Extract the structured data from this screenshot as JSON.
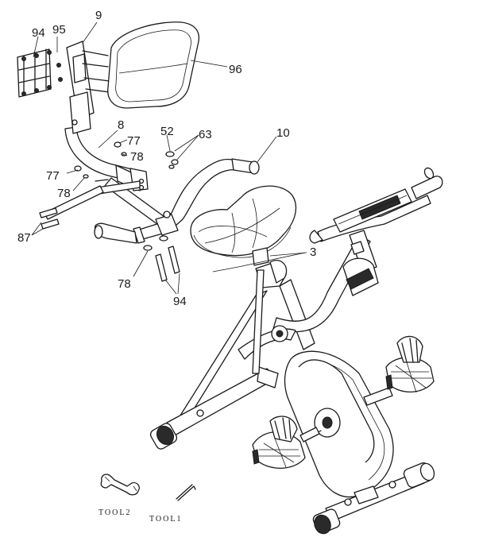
{
  "labels": {
    "p94_top": "94",
    "p95": "95",
    "p9": "9",
    "p96": "96",
    "p8": "8",
    "p77_upper": "77",
    "p78_upper": "78",
    "p52": "52",
    "p63": "63",
    "p10": "10",
    "p77_left": "77",
    "p78_left": "78",
    "p87": "87",
    "p3": "3",
    "p78_bottom": "78",
    "p94_bottom": "94"
  },
  "tools": {
    "tool2": "TOOL2",
    "tool1": "TOOL1"
  }
}
